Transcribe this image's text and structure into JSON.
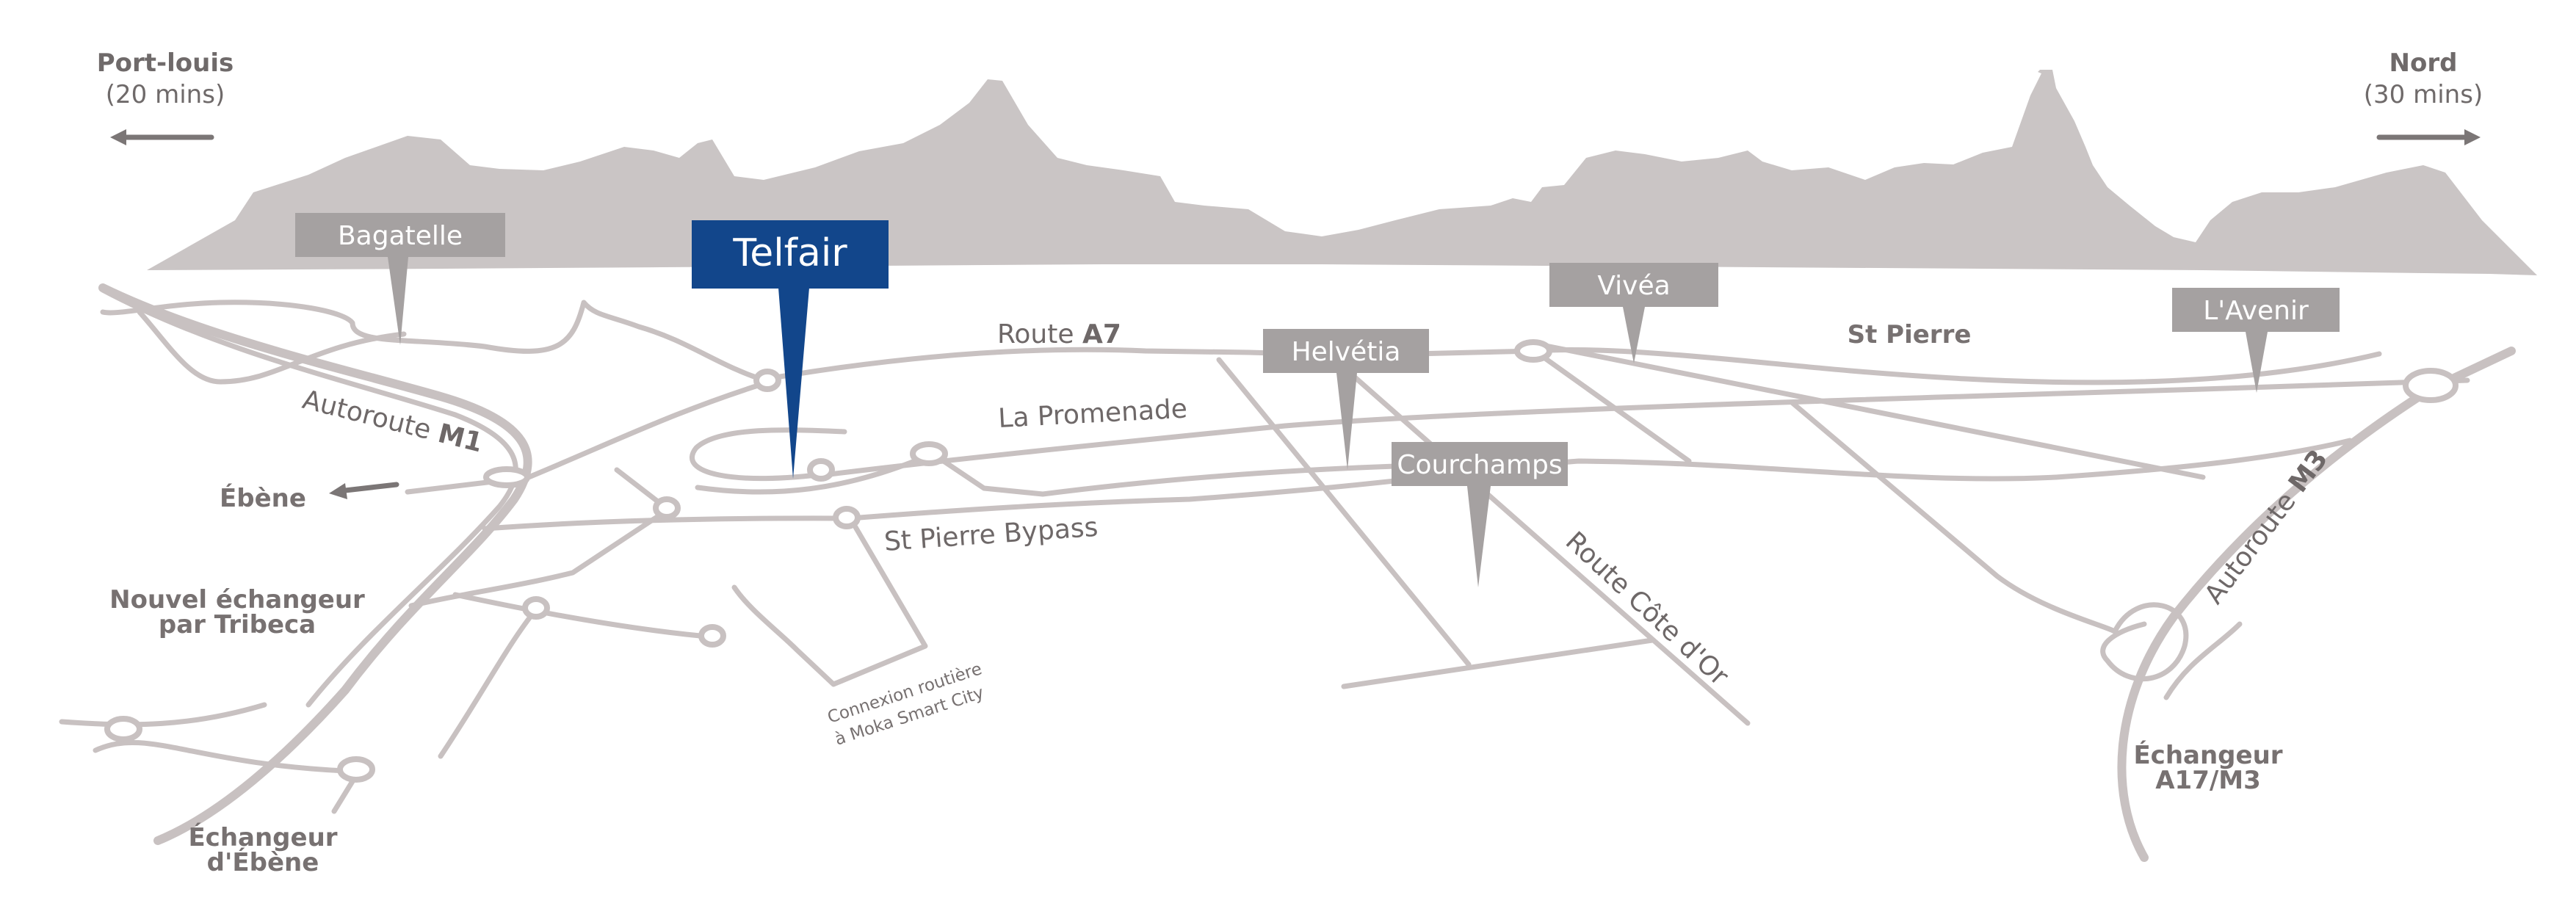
{
  "directions": {
    "left_name": "Port-louis",
    "left_time": "(20 mins)",
    "right_name": "Nord",
    "right_time": "(30 mins)"
  },
  "highlight": {
    "label": "Telfair",
    "color": "#12468b"
  },
  "markers": [
    {
      "id": "bagatelle",
      "label": "Bagatelle"
    },
    {
      "id": "helvetia",
      "label": "Helvétia"
    },
    {
      "id": "courchamps",
      "label": "Courchamps"
    },
    {
      "id": "vivea",
      "label": "Vivéa"
    },
    {
      "id": "lavenir",
      "label": "L'Avenir"
    }
  ],
  "roads": {
    "a7_prefix": "Route ",
    "a7_code": "A7",
    "promenade": "La Promenade",
    "bypass": "St Pierre Bypass",
    "m1_prefix": "Autoroute ",
    "m1_code": "M1",
    "m3_prefix": "Autoroute ",
    "m3_code": "M3",
    "cote_dor": "Route Côte d'Or",
    "moka_line1": "Connexion routière",
    "moka_line2": "à Moka Smart City"
  },
  "places": {
    "ebene": "Ébène",
    "st_pierre": "St Pierre",
    "tribeca_line1": "Nouvel échangeur",
    "tribeca_line2": "par Tribeca",
    "ech_ebene_line1": "Échangeur",
    "ech_ebene_line2": "d'Ébène",
    "ech_a17_line1": "Échangeur",
    "ech_a17_line2": "A17/M3"
  },
  "colors": {
    "mountain": "#cac5c5",
    "road": "#c8c1c1",
    "marker": "#a5a1a1",
    "text": "#6e6868"
  }
}
